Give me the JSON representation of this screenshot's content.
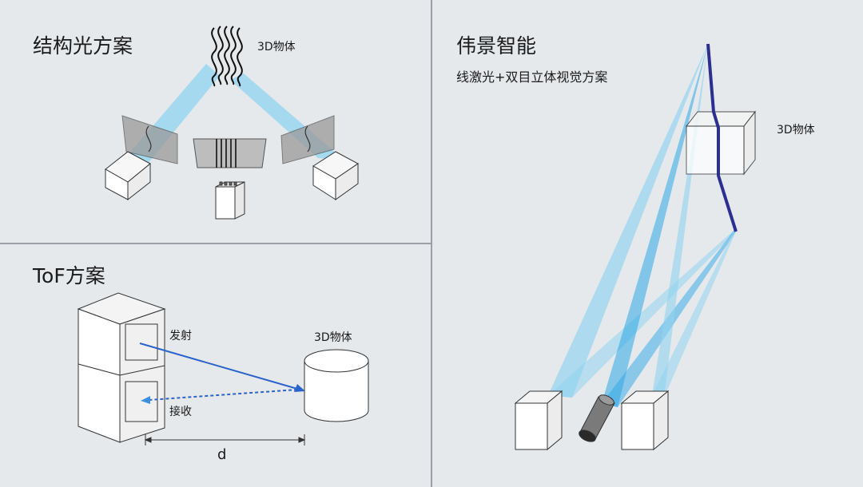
{
  "panels": {
    "structured_light": {
      "title": "结构光方案",
      "object_label": "3D物体"
    },
    "tof": {
      "title": "ToF方案",
      "object_label": "3D物体",
      "emit_label": "发射",
      "receive_label": "接收",
      "distance_label": "d"
    },
    "weijing": {
      "title": "伟景智能",
      "subtitle": "线激光+双目立体视觉方案",
      "object_label": "3D物体"
    }
  },
  "colors": {
    "background": "#e6e9ec",
    "divider": "#9aa0a6",
    "light_beam": "#8fd3f0",
    "laser_beam": "#2ea8e6",
    "laser_line": "#2b2f8f",
    "arrow": "#2a63c9"
  }
}
